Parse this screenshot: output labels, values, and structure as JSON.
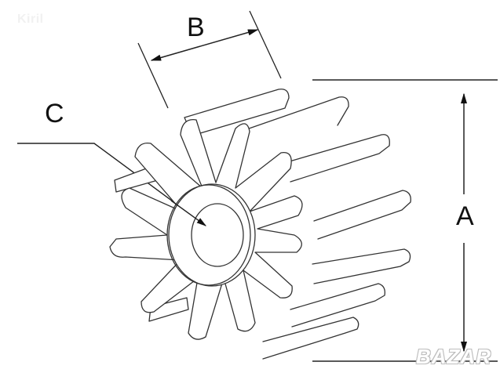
{
  "diagram": {
    "subject": "impeller",
    "labels": {
      "a": "A",
      "b": "B",
      "c": "C"
    },
    "watermarks": {
      "top_left": "Kiril",
      "bottom_right": "BAZAR"
    },
    "colors": {
      "line": "#222222",
      "background": "#ffffff",
      "watermark": "#bdbdbd"
    }
  }
}
